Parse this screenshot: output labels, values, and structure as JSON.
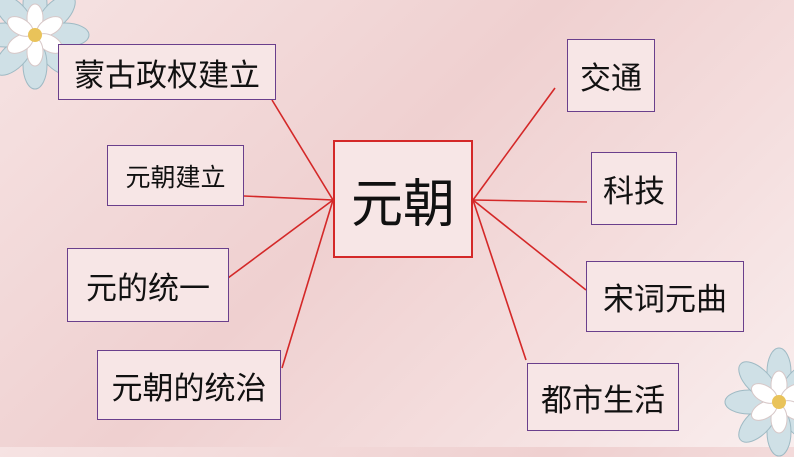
{
  "diagram": {
    "center": "元朝",
    "left": [
      "蒙古政权建立",
      "元朝建立",
      "元的统一",
      "元朝的统治"
    ],
    "right": [
      "交通",
      "科技",
      "宋词元曲",
      "都市生活"
    ]
  },
  "colors": {
    "background": "#f2d9d9",
    "line": "#d42828",
    "center_border": "#d42828",
    "box_border": "#6a3f8c"
  },
  "decorations": [
    "flower-icon",
    "flower-icon"
  ]
}
